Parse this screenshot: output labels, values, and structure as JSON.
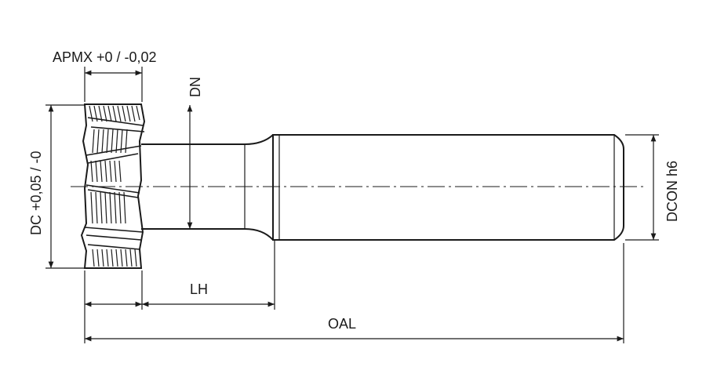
{
  "labels": {
    "apmx": "APMX +0 / -0,02",
    "dn": "DN",
    "dc": "DC +0,05 / -0",
    "dcon": "DCON h6",
    "lh": "LH",
    "oal": "OAL"
  },
  "colors": {
    "line": "#1a1a1a",
    "background": "#ffffff"
  }
}
